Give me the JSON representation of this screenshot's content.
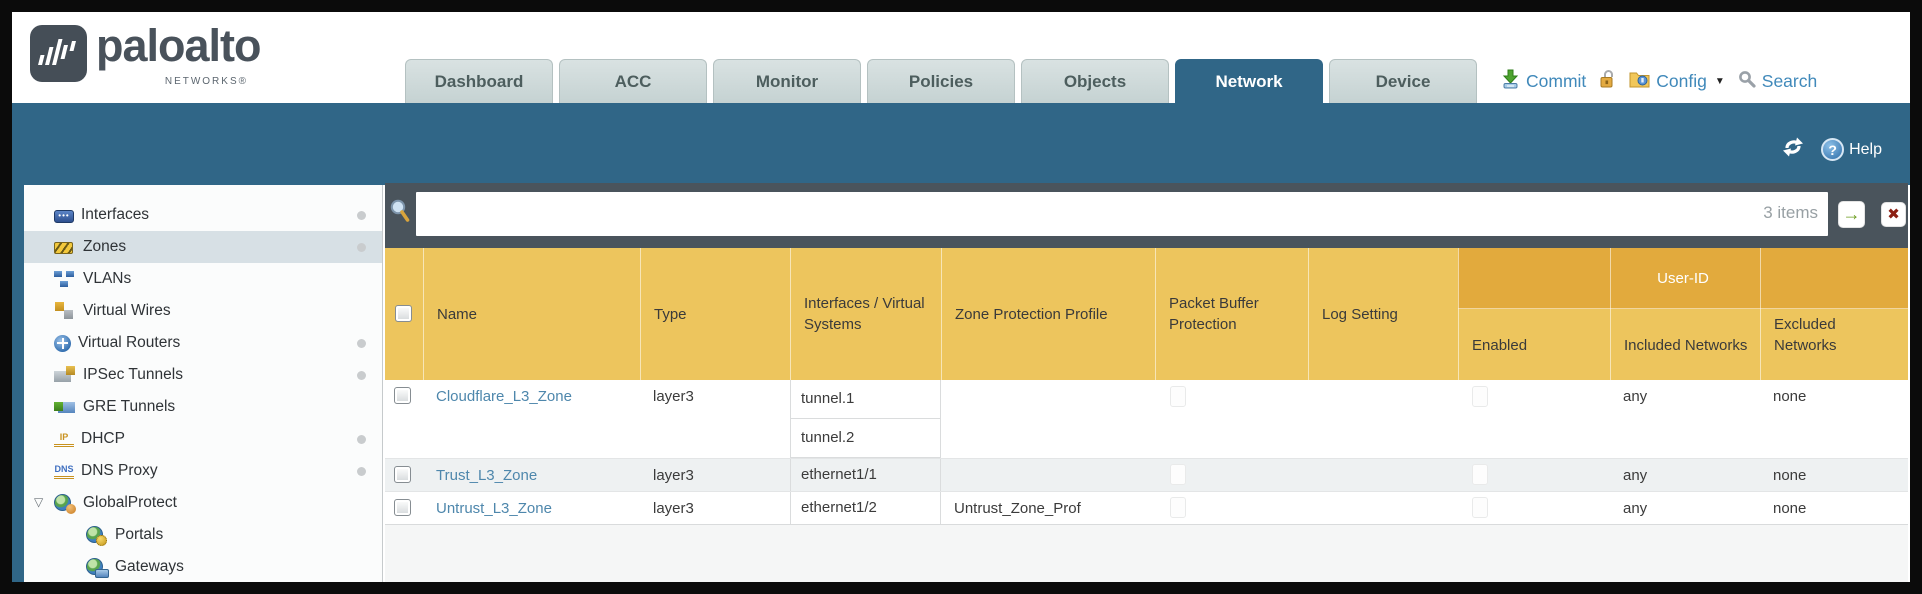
{
  "brand": {
    "name": "paloalto",
    "sub": "NETWORKS®"
  },
  "nav": {
    "tabs": [
      {
        "label": "Dashboard",
        "active": false
      },
      {
        "label": "ACC",
        "active": false
      },
      {
        "label": "Monitor",
        "active": false
      },
      {
        "label": "Policies",
        "active": false
      },
      {
        "label": "Objects",
        "active": false
      },
      {
        "label": "Network",
        "active": true
      },
      {
        "label": "Device",
        "active": false
      }
    ],
    "actions": {
      "commit": "Commit",
      "config": "Config",
      "search": "Search"
    }
  },
  "toolbar": {
    "help": "Help"
  },
  "sidebar": {
    "items": [
      {
        "label": "Interfaces",
        "icon": "interfaces-icon",
        "dot": true,
        "selected": false
      },
      {
        "label": "Zones",
        "icon": "zones-icon",
        "dot": true,
        "selected": true
      },
      {
        "label": "VLANs",
        "icon": "vlans-icon",
        "dot": false,
        "selected": false
      },
      {
        "label": "Virtual Wires",
        "icon": "virtual-wires-icon",
        "dot": false,
        "selected": false
      },
      {
        "label": "Virtual Routers",
        "icon": "virtual-routers-icon",
        "dot": true,
        "selected": false
      },
      {
        "label": "IPSec Tunnels",
        "icon": "ipsec-tunnels-icon",
        "dot": true,
        "selected": false
      },
      {
        "label": "GRE Tunnels",
        "icon": "gre-tunnels-icon",
        "dot": false,
        "selected": false
      },
      {
        "label": "DHCP",
        "icon": "dhcp-icon",
        "dot": true,
        "selected": false
      },
      {
        "label": "DNS Proxy",
        "icon": "dns-proxy-icon",
        "dot": true,
        "selected": false
      },
      {
        "label": "GlobalProtect",
        "icon": "globalprotect-icon",
        "dot": false,
        "selected": false,
        "expanded": true
      },
      {
        "label": "Portals",
        "icon": "portals-icon",
        "dot": false,
        "selected": false,
        "child": true
      },
      {
        "label": "Gateways",
        "icon": "gateways-icon",
        "dot": false,
        "selected": false,
        "child": true
      }
    ]
  },
  "filter": {
    "value": "",
    "count_label": "3 items"
  },
  "table": {
    "group_header": "User-ID",
    "columns": [
      "Name",
      "Type",
      "Interfaces / Virtual Systems",
      "Zone Protection Profile",
      "Packet Buffer Protection",
      "Log Setting",
      "Enabled",
      "Included Networks",
      "Excluded Networks"
    ],
    "rows": [
      {
        "name": "Cloudflare_L3_Zone",
        "type": "layer3",
        "interfaces": [
          "tunnel.1",
          "tunnel.2"
        ],
        "zone_protection_profile": "",
        "log_setting": "",
        "included_networks": "any",
        "excluded_networks": "none"
      },
      {
        "name": "Trust_L3_Zone",
        "type": "layer3",
        "interfaces": [
          "ethernet1/1"
        ],
        "zone_protection_profile": "",
        "log_setting": "",
        "included_networks": "any",
        "excluded_networks": "none"
      },
      {
        "name": "Untrust_L3_Zone",
        "type": "layer3",
        "interfaces": [
          "ethernet1/2"
        ],
        "zone_protection_profile": "Untrust_Zone_Prof",
        "log_setting": "",
        "included_networks": "any",
        "excluded_networks": "none"
      }
    ]
  },
  "icons": {
    "interfaces_glyph": "•••",
    "dhcp_glyph": "IP",
    "dns_glyph": "DNS",
    "expander_open": "▽",
    "caret_down": "▼",
    "help_q": "?",
    "go_arrow": "→",
    "clear_x": "✖"
  },
  "colors": {
    "teal": "#306687",
    "slate": "#4a545c",
    "header_orange": "#edc55d",
    "userid_band": "#e2aa3d",
    "link_blue": "#4e87ac",
    "commit_blue": "#4089ba"
  }
}
